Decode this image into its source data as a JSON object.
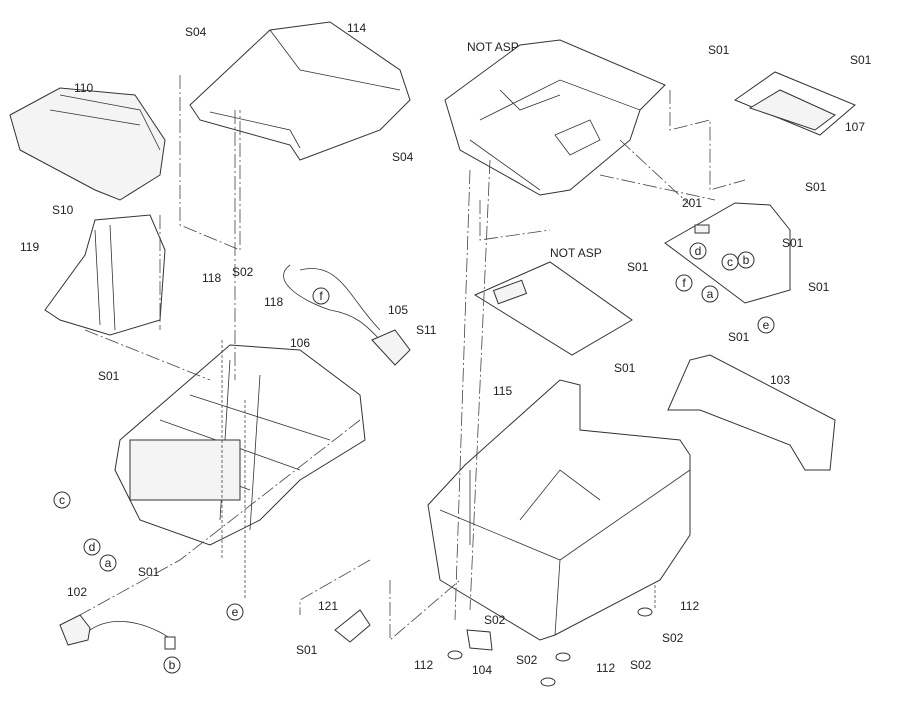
{
  "diagram": {
    "part_labels": [
      "S04",
      "114",
      "110",
      "S04",
      "S10",
      "119",
      "118",
      "S02",
      "118",
      "106",
      "105",
      "S11",
      "S01",
      "S01",
      "102",
      "121",
      "S01",
      "NOT ASP",
      "S01",
      "S01",
      "107",
      "S01",
      "201",
      "S01",
      "S01",
      "S01",
      "S01",
      "NOT ASP",
      "S01",
      "103",
      "115",
      "S02",
      "S02",
      "112",
      "104",
      "112",
      "S02",
      "112",
      "S02"
    ],
    "connector_labels": [
      "f",
      "c",
      "d",
      "a",
      "e",
      "b",
      "d",
      "b",
      "c",
      "f",
      "a",
      "e"
    ]
  }
}
